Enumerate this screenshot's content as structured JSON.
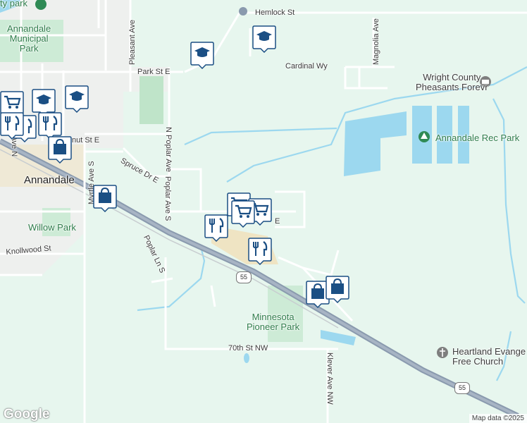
{
  "map": {
    "streets": {
      "hemlock": "Hemlock St",
      "park": "Park St E",
      "cardinal": "Cardinal Wy",
      "pleasant": "Pleasant Ave",
      "n_poplar": "N Poplar Ave",
      "magnolia": "Magnolia Ave",
      "spruce": "Spruce Dr E",
      "poplar_s": "Poplar Ave S",
      "poplar_ln": "Poplar Ln S",
      "myrtle": "Myrtle Ave S",
      "maple": "Maple Ave N",
      "knollwood": "Knollwood St",
      "seventieth": "70th St NW",
      "klever": "Klever Ave NW",
      "walnut": "nut St E",
      "street_e": "E"
    },
    "places": {
      "annandale": "Annandale",
      "municipal_park": [
        "Annandale",
        "Municipal",
        "Park"
      ],
      "willow_park": "Willow Park",
      "pioneer_park": [
        "Minnesota",
        "Pioneer Park"
      ],
      "rec_park": "Annandale Rec Park",
      "pheasants": [
        "Wright County",
        "Pheasants Forevr"
      ],
      "heartland": [
        "Heartland Evange",
        "Free Church"
      ],
      "top_park": "ty park"
    },
    "highway_shields": [
      "55",
      "55"
    ],
    "colors": {
      "water": "#9cd8ef",
      "park_green": "#c8ecd4",
      "highway": "#8f9fb0",
      "road": "#ffffff",
      "marker": "#1b4f84"
    },
    "markers": [
      {
        "type": "school",
        "icon": "school-icon"
      },
      {
        "type": "school",
        "icon": "school-icon"
      },
      {
        "type": "school",
        "icon": "school-icon"
      },
      {
        "type": "school",
        "icon": "school-icon"
      },
      {
        "type": "shopping-cart",
        "icon": "shopping-cart-icon"
      },
      {
        "type": "shopping-cart",
        "icon": "shopping-cart-icon"
      },
      {
        "type": "shopping-cart",
        "icon": "shopping-cart-icon"
      },
      {
        "type": "shopping-cart",
        "icon": "shopping-cart-icon"
      },
      {
        "type": "restaurant",
        "icon": "restaurant-icon"
      },
      {
        "type": "restaurant",
        "icon": "restaurant-icon"
      },
      {
        "type": "restaurant",
        "icon": "restaurant-icon"
      },
      {
        "type": "restaurant",
        "icon": "restaurant-icon"
      },
      {
        "type": "restaurant",
        "icon": "restaurant-icon"
      },
      {
        "type": "shopping-bag",
        "icon": "shopping-bag-icon"
      },
      {
        "type": "shopping-bag",
        "icon": "shopping-bag-icon"
      },
      {
        "type": "shopping-bag",
        "icon": "shopping-bag-icon"
      },
      {
        "type": "shopping-bag",
        "icon": "shopping-bag-icon"
      }
    ]
  },
  "footer": {
    "logo": "Google",
    "attribution": "Map data ©2025"
  }
}
